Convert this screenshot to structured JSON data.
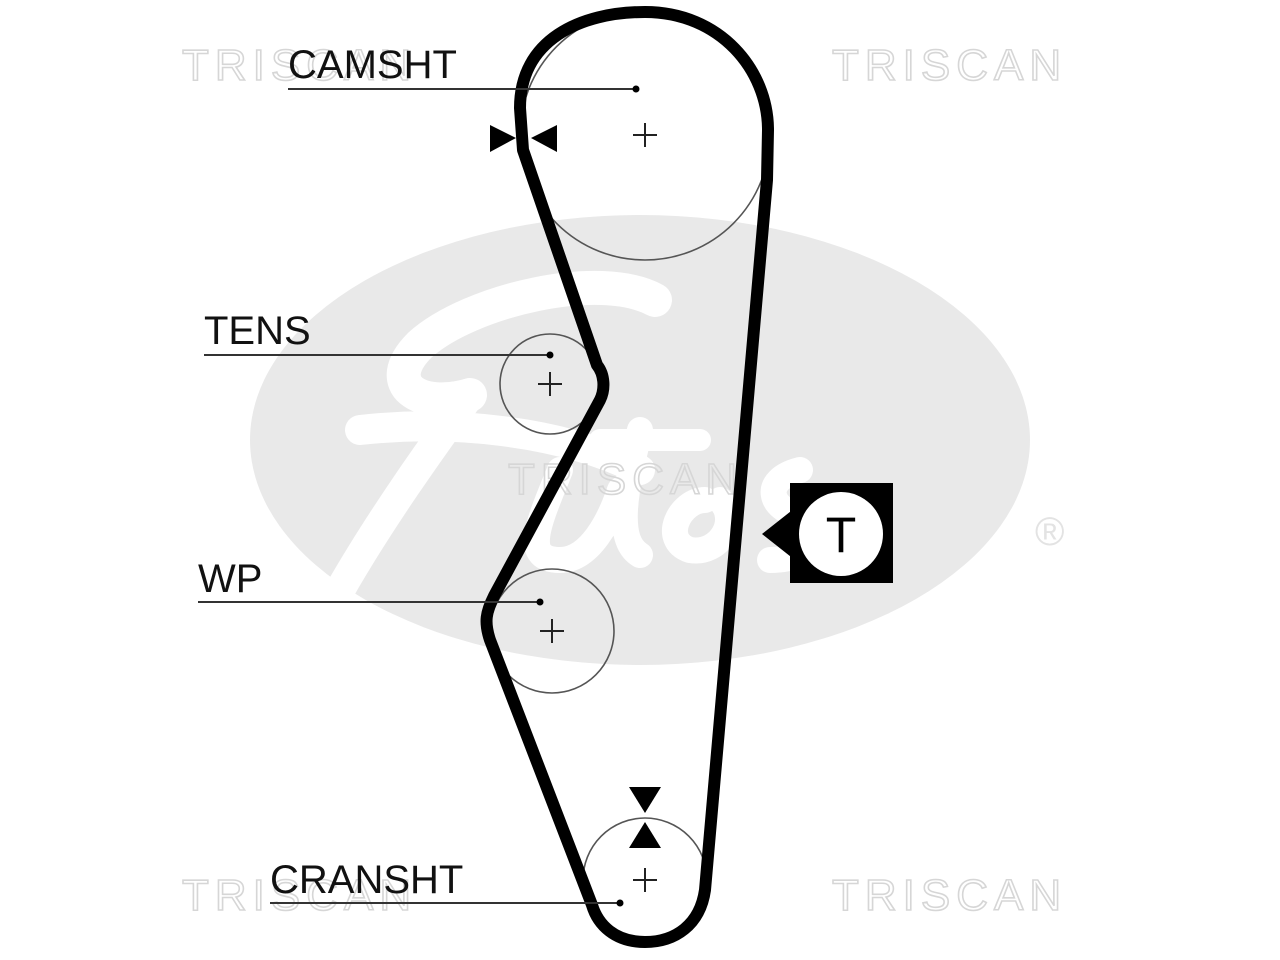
{
  "labels": {
    "camshaft": "CAMSHT",
    "tensioner": "TENS",
    "water_pump": "WP",
    "crankshaft": "CRANSHT"
  },
  "tension_marker": "T",
  "watermark_text": "TRISCAN",
  "brand_mark": "Gates",
  "registered_mark": "®",
  "colors": {
    "belt": "#000000",
    "pulley_outline": "#555555",
    "leader_line": "#333333",
    "watermark": "#d6d6d6",
    "logo_background": "#e9e9e9"
  }
}
